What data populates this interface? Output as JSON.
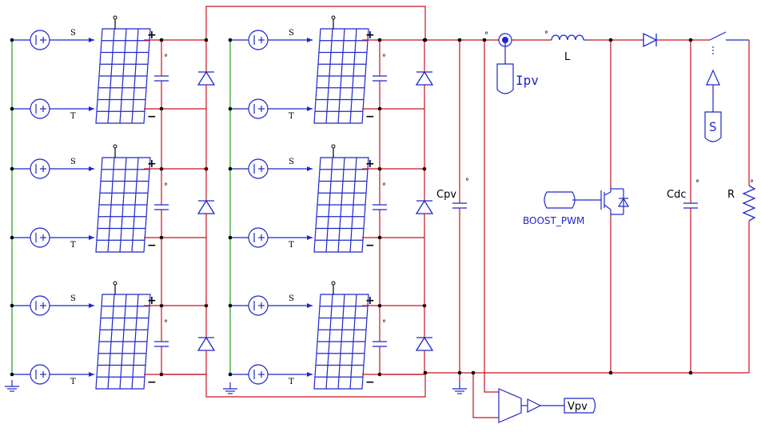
{
  "labels": {
    "cpv": "Cpv",
    "ipv": "Ipv",
    "inductor": "L",
    "boost_pwm": "BOOST_PWM",
    "cdc": "Cdc",
    "resistor": "R",
    "switch_ctrl": "S",
    "vpv": "Vpv",
    "solar_in_s": "S",
    "solar_in_t": "T",
    "plus": "+",
    "minus": "−"
  },
  "colors": {
    "power_wire": "#c8141e",
    "signal_wire": "#1e28c8",
    "ground_rail": "#1ea01e"
  },
  "layout": {
    "strings": 2,
    "modules_per_string": 3
  }
}
